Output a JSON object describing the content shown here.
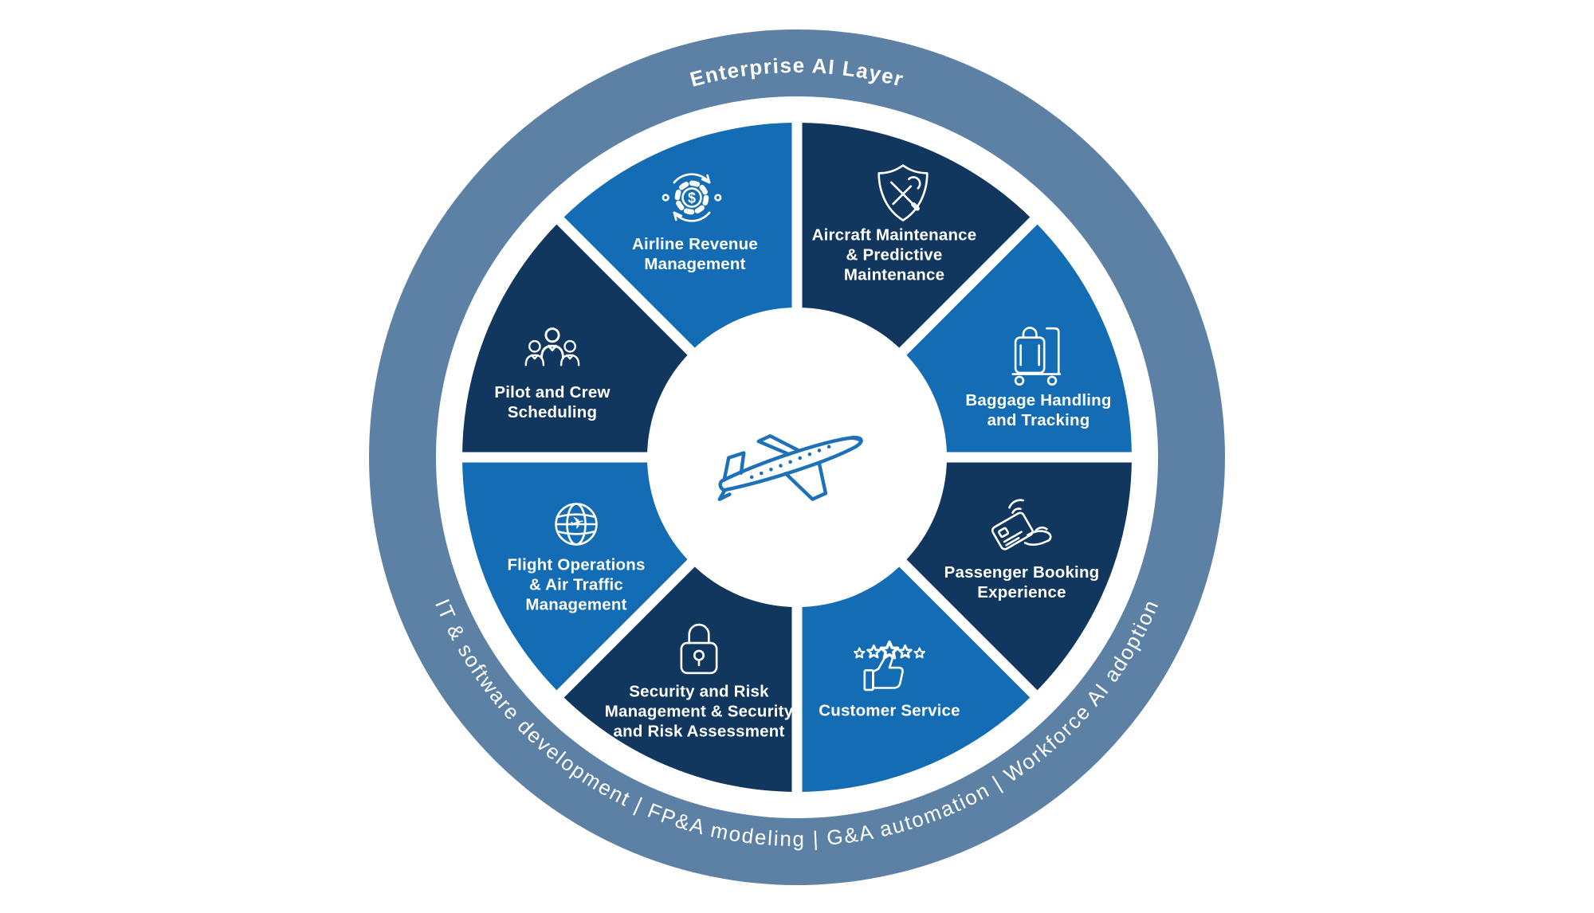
{
  "diagram": {
    "ring": {
      "top_label": "Enterprise AI Layer",
      "bottom_label": "IT & software development  |  FP&A modeling  |  G&A automation  |  Workforce AI adoption"
    },
    "center": {
      "icon": "airplane-icon"
    },
    "segments": [
      {
        "label": "Aircraft Maintenance\n& Predictive\nMaintenance",
        "icon": "shield-tools-icon",
        "color_role": "navy"
      },
      {
        "label": "Baggage Handling\nand Tracking",
        "icon": "luggage-cart-icon",
        "color_role": "blue"
      },
      {
        "label": "Passenger Booking\nExperience",
        "icon": "contactless-card-icon",
        "color_role": "navy"
      },
      {
        "label": "Customer Service",
        "icon": "thumbs-up-stars-icon",
        "color_role": "blue"
      },
      {
        "label": "Security and Risk\nManagement & Security\nand Risk Assessment",
        "icon": "padlock-icon",
        "color_role": "navy"
      },
      {
        "label": "Flight Operations\n& Air Traffic\nManagement",
        "icon": "globe-plane-icon",
        "color_role": "blue"
      },
      {
        "label": "Pilot and Crew\nScheduling",
        "icon": "crew-icon",
        "color_role": "navy"
      },
      {
        "label": "Airline Revenue\nManagement",
        "icon": "revenue-cycle-icon",
        "color_role": "blue"
      }
    ],
    "colors": {
      "outer_ring": "#5d81a5",
      "segment_blue": "#146cb4",
      "segment_navy": "#12375f",
      "icon_line": "#ffffff",
      "center_plane": "#1d71b8",
      "background": "#ffffff"
    }
  }
}
